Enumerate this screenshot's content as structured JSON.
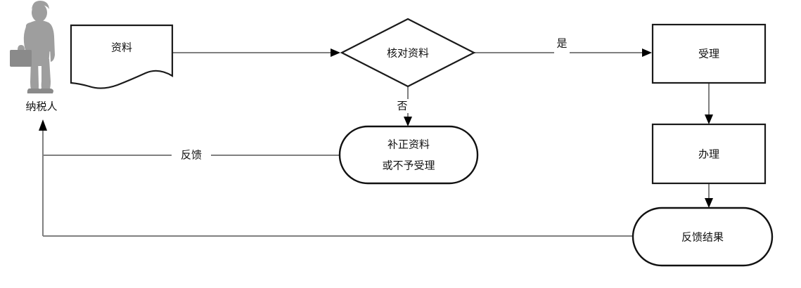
{
  "diagram": {
    "type": "flowchart",
    "title": "",
    "background_color": "#ffffff",
    "line_color": "#808080",
    "shape_stroke_color": "#1a1a1a",
    "actor_color": "#9e9e9e",
    "actor": {
      "name": "taxpayer-actor",
      "label": "纳税人",
      "icon": "person-with-briefcase-icon"
    },
    "nodes": [
      {
        "id": "materials",
        "shape": "document",
        "label": "资料"
      },
      {
        "id": "verify",
        "shape": "diamond",
        "label": "核对资料"
      },
      {
        "id": "accept",
        "shape": "rectangle",
        "label": "受理"
      },
      {
        "id": "process",
        "shape": "rectangle",
        "label": "办理"
      },
      {
        "id": "result",
        "shape": "rounded",
        "label": "反馈结果"
      },
      {
        "id": "correct",
        "shape": "rounded",
        "label_line1": "补正资料",
        "label_line2": "或不予受理"
      }
    ],
    "edges": [
      {
        "id": "materials-to-verify",
        "label": ""
      },
      {
        "id": "verify-to-accept",
        "label": "是"
      },
      {
        "id": "verify-to-correct",
        "label": "否"
      },
      {
        "id": "accept-to-process",
        "label": ""
      },
      {
        "id": "process-to-result",
        "label": ""
      },
      {
        "id": "correct-to-taxpayer",
        "label": "反馈"
      },
      {
        "id": "result-to-taxpayer",
        "label": ""
      }
    ]
  }
}
